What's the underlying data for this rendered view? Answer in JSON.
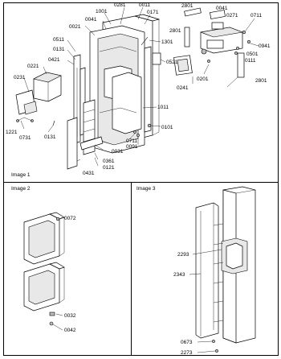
{
  "panels": [
    {
      "id": "image-1",
      "title": "Image 1"
    },
    {
      "id": "image-2",
      "title": "Image 2"
    },
    {
      "id": "image-3",
      "title": "Image 3"
    }
  ],
  "image1_labels": {
    "p0281": "0281",
    "p0011": "0011",
    "p0171": "0171",
    "p1001": "1001",
    "p0041a": "0041",
    "p0021": "0021",
    "p0511": "0511",
    "p0131a": "0131",
    "p0421": "0421",
    "p0221": "0221",
    "p0231": "0231",
    "p1301": "1301",
    "p0521": "0521",
    "p2801a": "2801",
    "p0041b": "0041",
    "p0271": "0271",
    "p0711a": "0711",
    "p2801b": "2801",
    "p0941": "0941",
    "p0501": "0501",
    "p0111": "0111",
    "p0201": "0201",
    "p2801c": "2801",
    "p0241": "0241",
    "p1011": "1011",
    "p0101": "0101",
    "p0711b": "0711",
    "p0091": "0091",
    "p1221": "1221",
    "p0731": "0731",
    "p0131b": "0131",
    "p0031": "0031",
    "p0361": "0361",
    "p0121": "0121",
    "p0431": "0431"
  },
  "image2_labels": {
    "p0072": "0072",
    "p0032": "0032",
    "p0042": "0042"
  },
  "image3_labels": {
    "p2293": "2293",
    "p2343": "2343",
    "p0673": "0673",
    "p2273": "2273"
  }
}
